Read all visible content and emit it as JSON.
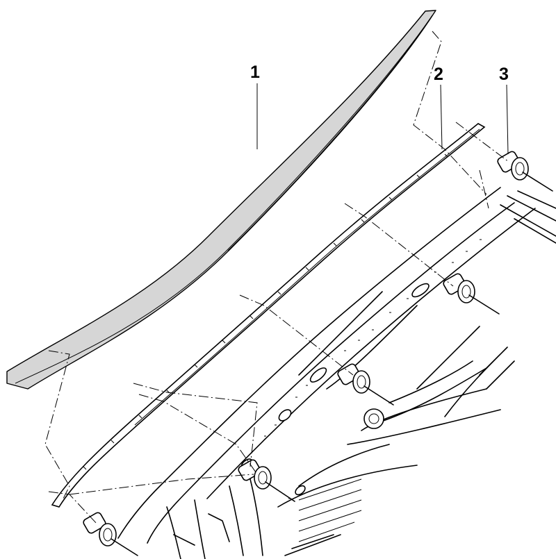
{
  "callouts": [
    {
      "id": "1",
      "label": "1"
    },
    {
      "id": "2",
      "label": "2"
    },
    {
      "id": "3",
      "label": "3"
    }
  ],
  "style": {
    "ink": "#000000",
    "moulding_fill": "#d6d6d6",
    "background": "#ffffff"
  }
}
